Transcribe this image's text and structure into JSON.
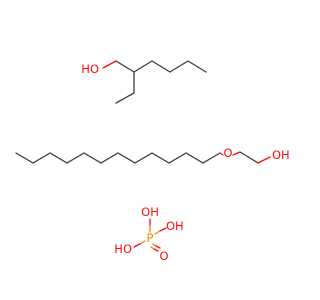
{
  "molecules": [
    {
      "atoms": [
        {
          "label": "HO",
          "element": "O"
        }
      ]
    },
    {
      "atoms": [
        {
          "label": "O",
          "element": "O"
        },
        {
          "label": "OH",
          "element": "O"
        }
      ]
    },
    {
      "atoms": [
        {
          "label": "OH",
          "element": "O"
        },
        {
          "label": "OH",
          "element": "O"
        },
        {
          "label": "HO",
          "element": "O"
        },
        {
          "label": "P",
          "element": "P"
        },
        {
          "label": "O",
          "element": "O"
        }
      ]
    }
  ],
  "colors": {
    "carbon_bond": "#3c3c3c",
    "oxygen": "#ff0d0d",
    "phosphorus": "#ff8000",
    "background": "#ffffff"
  }
}
